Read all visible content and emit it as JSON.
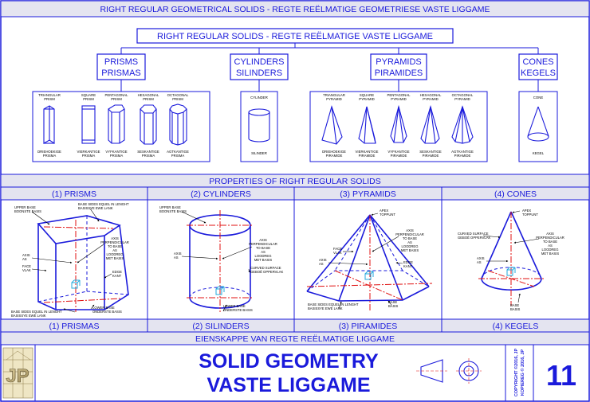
{
  "header": {
    "title": "RIGHT REGULAR GEOMETRICAL SOLIDS - REGTE REËLMATIGE GEOMETRIESE VASTE LIGGAME"
  },
  "tree": {
    "root": "RIGHT REGULAR SOLIDS - REGTE REËLMATIGE VASTE LIGGAME",
    "groups": [
      {
        "en": "PRISMS",
        "af": "PRISMAS"
      },
      {
        "en": "CYLINDERS",
        "af": "SILINDERS"
      },
      {
        "en": "PYRAMIDS",
        "af": "PIRAMIDES"
      },
      {
        "en": "CONES",
        "af": "KEGELS"
      }
    ]
  },
  "prisms": [
    {
      "top": [
        "TRIANGULAR",
        "PRISM"
      ],
      "bottom": [
        "DRIEHOEKIGE",
        "PRISMA"
      ]
    },
    {
      "top": [
        "SQUARE",
        "PRISM"
      ],
      "bottom": [
        "VIERKANTIGE",
        "PRISMA"
      ]
    },
    {
      "top": [
        "PENTAGONAL",
        "PRISM"
      ],
      "bottom": [
        "VYFKANTIGE",
        "PRISMA"
      ]
    },
    {
      "top": [
        "HEXAGONAL",
        "PRISM"
      ],
      "bottom": [
        "SESKANTIGE",
        "PRISMA"
      ]
    },
    {
      "top": [
        "OCTAGONAL",
        "PRISM"
      ],
      "bottom": [
        "AGTKANTIGE",
        "PRISMA"
      ]
    }
  ],
  "cylinder": {
    "top": [
      "CYLINDER"
    ],
    "bottom": [
      "SILINDER"
    ]
  },
  "pyramids": [
    {
      "top": [
        "TRIANGULAR",
        "PYRAMID"
      ],
      "bottom": [
        "DRIEHOEKIGE",
        "PIRAMIDE"
      ]
    },
    {
      "top": [
        "SQUARE",
        "PYRAMID"
      ],
      "bottom": [
        "VIERKANTIGE",
        "PIRAMIDE"
      ]
    },
    {
      "top": [
        "PENTAGONAL",
        "PYRAMID"
      ],
      "bottom": [
        "VYFKANTIGE",
        "PIRAMIDE"
      ]
    },
    {
      "top": [
        "HEXAGONAL",
        "PYRAMID"
      ],
      "bottom": [
        "SESKANTIGE",
        "PIRAMIDE"
      ]
    },
    {
      "top": [
        "OCTAGONAL",
        "PYRAMID"
      ],
      "bottom": [
        "AGTKANTIGE",
        "PIRAMIDE"
      ]
    }
  ],
  "cone": {
    "top": [
      "CONE"
    ],
    "bottom": [
      "KEGEL"
    ]
  },
  "properties": {
    "title_en": "PROPERTIES OF RIGHT REGULAR SOLIDS",
    "title_af": "EIENSKAPPE VAN REGTE REËLMATIGE LIGGAME",
    "panels": [
      {
        "title_en": "(1) PRISMS",
        "title_af": "(1) PRISMAS"
      },
      {
        "title_en": "(2) CYLINDERS",
        "title_af": "(2) SILINDERS"
      },
      {
        "title_en": "(3) PYRAMIDS",
        "title_af": "(3) PIRAMIDES"
      },
      {
        "title_en": "(4) CONES",
        "title_af": "(4) KEGELS"
      }
    ],
    "prism_labels": {
      "upper_base": [
        "UPPER BASE",
        "BOONSTE BASIS"
      ],
      "base_sides_top": [
        "BASE SIDES EQUEL IN LENGHT",
        "BASISSYE EWE LANK"
      ],
      "axis_perp": [
        "AXIS",
        "PERPENDICULAR",
        "TO BASE",
        "AS",
        "LOODREG",
        "MET BASIS"
      ],
      "axis": [
        "AXIS",
        "AS"
      ],
      "face": [
        "FACE",
        "VLAK"
      ],
      "edge": [
        "EDGE",
        "KANT"
      ],
      "base_sides_bottom": [
        "BASE SIDES EQUEL IN LENGHT",
        "BASISSYE EWE LANK"
      ],
      "lower_base": [
        "LOWER BASE",
        "ONDERSTE BASIS"
      ]
    },
    "cylinder_labels": {
      "upper_base": [
        "UPPER BASE",
        "BOONSTE BASIS"
      ],
      "axis_perp": [
        "AXIS",
        "PERPENDICULAR",
        "TO BASE",
        "AS",
        "LOODREG",
        "MET BASIS"
      ],
      "axis": [
        "AXIS",
        "AS"
      ],
      "curved": [
        "CURVED SURFACE",
        "GEBOË OPPERVLAK"
      ],
      "lower_base": [
        "LOWER BASE",
        "ONDERSTE BASIS"
      ]
    },
    "pyramid_labels": {
      "apex": [
        "APEX",
        "TOPPUNT"
      ],
      "axis_perp": [
        "AXIS",
        "PERPENDICULAR",
        "TO BASE",
        "AS",
        "LOODREG",
        "MET BASIS"
      ],
      "face": [
        "FACE",
        "VLAK"
      ],
      "axis": [
        "AXIS",
        "AS"
      ],
      "edge": [
        "EDGE",
        "KANT"
      ],
      "base_sides": [
        "BASE SIDES EQUEL IN LENGHT",
        "BASISSYE EWE LANK"
      ],
      "base": [
        "BASE",
        "BASIS"
      ]
    },
    "cone_labels": {
      "apex": [
        "APEX",
        "TOPPUNT"
      ],
      "curved": [
        "CURVED SURFACE",
        "GEBOË OPPERVLAK"
      ],
      "axis_perp": [
        "AXIS",
        "PERPENDICULAR",
        "TO BASE",
        "AS",
        "LOODREG",
        "MET BASIS"
      ],
      "axis": [
        "AXIS",
        "AS"
      ],
      "base": [
        "BASE",
        "BASIS"
      ]
    }
  },
  "footer": {
    "logo": "JP",
    "title_line1": "SOLID GEOMETRY",
    "title_line2": "VASTE LIGGAME",
    "copyright": [
      "COPYRIGHT ©2016, JP",
      "KOPIEREG © 2016, JP"
    ],
    "page_number": "11"
  },
  "colors": {
    "blue": "#1a1adb",
    "red": "#e01010",
    "band": "#e4e4f0",
    "cyan": "#22aadd"
  }
}
